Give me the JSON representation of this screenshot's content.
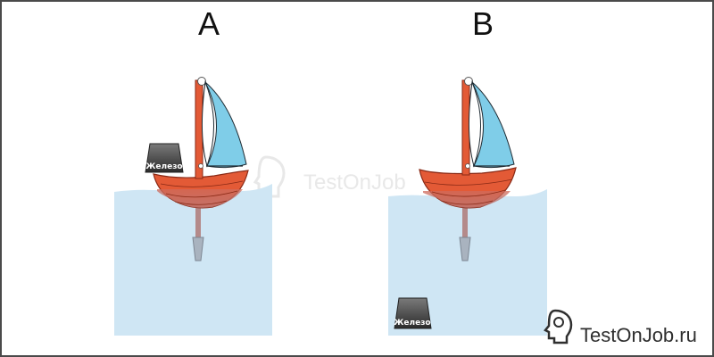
{
  "panels": [
    {
      "label": "A",
      "iron_label": "Железо",
      "iron_position": "on-boat"
    },
    {
      "label": "B",
      "iron_label": "Железо",
      "iron_position": "bottom"
    }
  ],
  "watermark": "TestOnJob",
  "brand": {
    "text": "TestOnJob.ru"
  },
  "colors": {
    "water": "#cfe6f4",
    "hull": "#e35a36",
    "mast": "#e35a36",
    "sail": "#7fcde8",
    "iron": "#3d3d3d",
    "keel": "#a9b3bf"
  }
}
